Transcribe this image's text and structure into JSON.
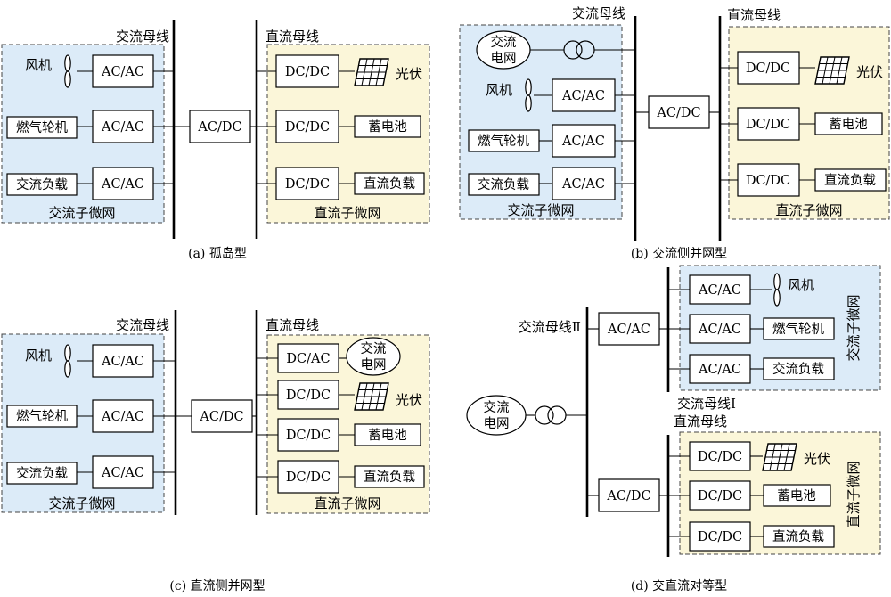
{
  "labels": {
    "ac_bus": "交流母线",
    "dc_bus": "直流母线",
    "ac_bus_2": "交流母线Ⅱ",
    "ac_bus_1": "交流母线Ⅰ",
    "ac_subgrid": "交流子微网",
    "dc_subgrid": "直流子微网",
    "ac_ac": "AC/AC",
    "dc_dc": "DC/DC",
    "ac_dc": "AC/DC",
    "dc_ac": "DC/AC",
    "wind": "风机",
    "gas_turbine": "燃气轮机",
    "ac_load": "交流负载",
    "pv": "光伏",
    "battery": "蓄电池",
    "dc_load": "直流负载",
    "grid_line1": "交流",
    "grid_line2": "电网"
  },
  "captions": {
    "a": "(a) 孤岛型",
    "b": "(b) 交流侧并网型",
    "c": "(c) 直流侧并网型",
    "d": "(d) 交直流对等型"
  },
  "colors": {
    "ac_region_fill": "#dcebf8",
    "dc_region_fill": "#fbf6d9"
  }
}
